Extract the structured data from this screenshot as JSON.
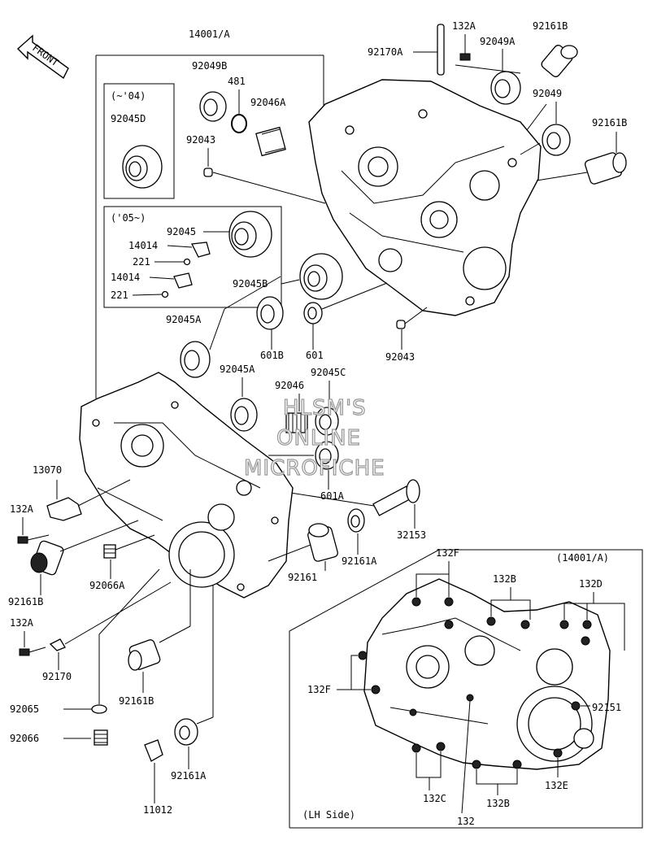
{
  "diagram": {
    "labels": {
      "front": "FRONT",
      "assembly": "14001/A",
      "bearing_b": "92049B",
      "snap_ring": "481",
      "needle_a": "92046A",
      "bearing_d": "92045D",
      "dowel_top": "92043",
      "year_old": "(~'04)",
      "year_new": "('05~)",
      "bearing_92045": "92045",
      "plate_1": "14014",
      "screw_1": "221",
      "plate_2": "14014",
      "screw_2": "221",
      "bearing_b2": "92045B",
      "bearing_a": "92045A",
      "bearing_601b": "601B",
      "seal_601": "601",
      "dowel_right": "92043",
      "bearing_a2": "92045A",
      "needle": "92046",
      "bearing_c": "92045C",
      "bearing_601a": "601A",
      "pipe": "32153",
      "band": "92170A",
      "bolt_a_top": "132A",
      "bearing_92049a": "92049A",
      "dowel_b_top": "92161B",
      "bearing_92049": "92049",
      "dowel_b_right": "92161B",
      "cover": "13070",
      "bolt_a_left": "132A",
      "dowel_b_left": "92161B",
      "plug_a": "92066A",
      "dowel_center": "92161",
      "dowel_a_center": "92161A",
      "bolt_a_low": "132A",
      "clamp": "92170",
      "washer": "92065",
      "plug": "92066",
      "dowel_b_low": "92161B",
      "dowel_a_low": "92161A",
      "gasket": "11012",
      "inset_title": "(14001/A)",
      "inset_132f_top": "132F",
      "inset_132b_top": "132B",
      "inset_132d": "132D",
      "inset_132f_left": "132F",
      "inset_92151": "92151",
      "inset_132c": "132C",
      "inset_132": "132",
      "inset_132b_bottom": "132B",
      "inset_132e": "132E",
      "inset_side": "(LH Side)"
    },
    "watermark": {
      "line1": "HLSM'S",
      "line2": "ONLINE",
      "line3": "MICROFICHE"
    }
  }
}
